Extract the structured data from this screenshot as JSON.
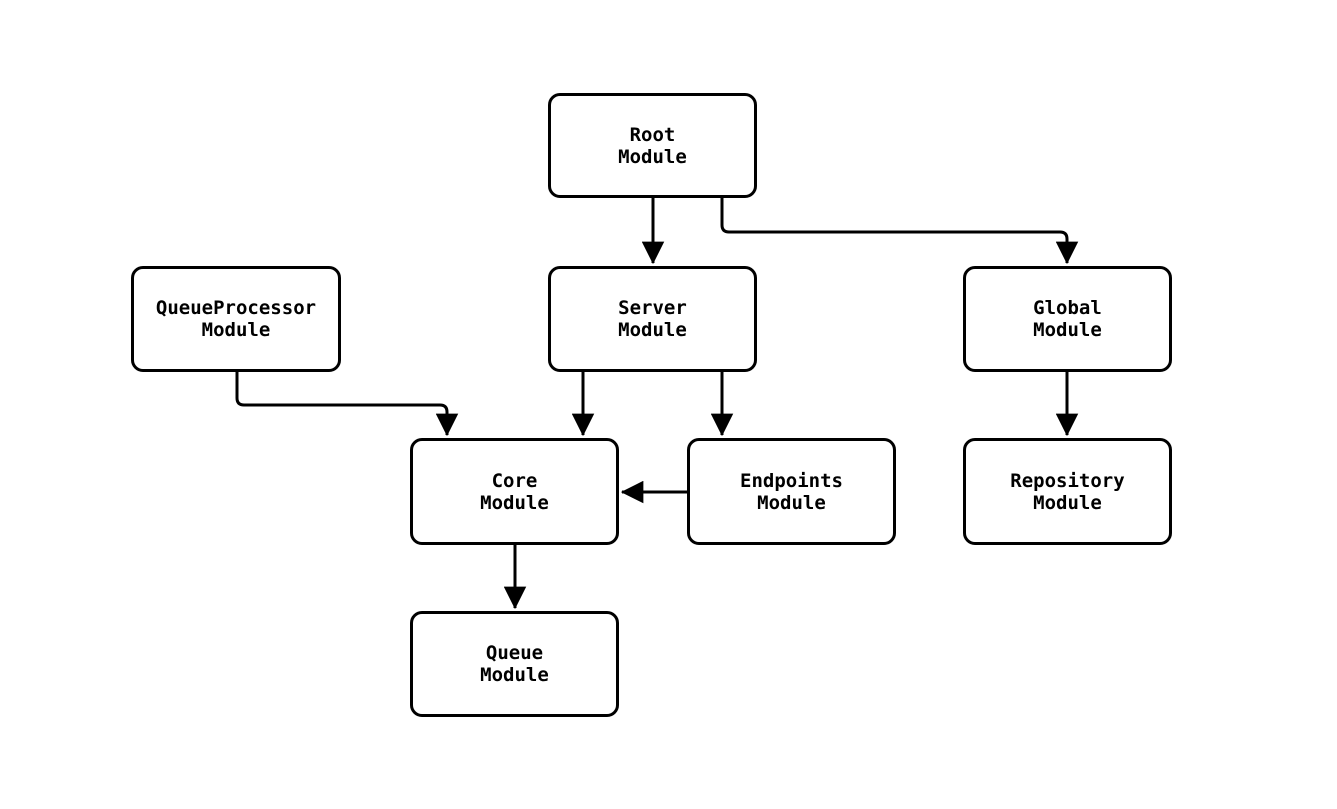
{
  "diagram": {
    "type": "module-dependency-flowchart",
    "colors": {
      "background": "#ffffff",
      "node_fill": "#ffffff",
      "node_border": "#000000",
      "edge": "#000000",
      "text": "#000000"
    },
    "nodes": [
      {
        "id": "root",
        "line1": "Root",
        "line2": "Module"
      },
      {
        "id": "queueprocessor",
        "line1": "QueueProcessor",
        "line2": "Module"
      },
      {
        "id": "server",
        "line1": "Server",
        "line2": "Module"
      },
      {
        "id": "global",
        "line1": "Global",
        "line2": "Module"
      },
      {
        "id": "core",
        "line1": "Core",
        "line2": "Module"
      },
      {
        "id": "endpoints",
        "line1": "Endpoints",
        "line2": "Module"
      },
      {
        "id": "repository",
        "line1": "Repository",
        "line2": "Module"
      },
      {
        "id": "queue",
        "line1": "Queue",
        "line2": "Module"
      }
    ],
    "edges": [
      {
        "from": "Root Module",
        "to": "Server Module"
      },
      {
        "from": "Root Module",
        "to": "Global Module"
      },
      {
        "from": "QueueProcessor Module",
        "to": "Core Module"
      },
      {
        "from": "Server Module",
        "to": "Core Module"
      },
      {
        "from": "Server Module",
        "to": "Endpoints Module"
      },
      {
        "from": "Endpoints Module",
        "to": "Core Module"
      },
      {
        "from": "Global Module",
        "to": "Repository Module"
      },
      {
        "from": "Core Module",
        "to": "Queue Module"
      }
    ]
  }
}
